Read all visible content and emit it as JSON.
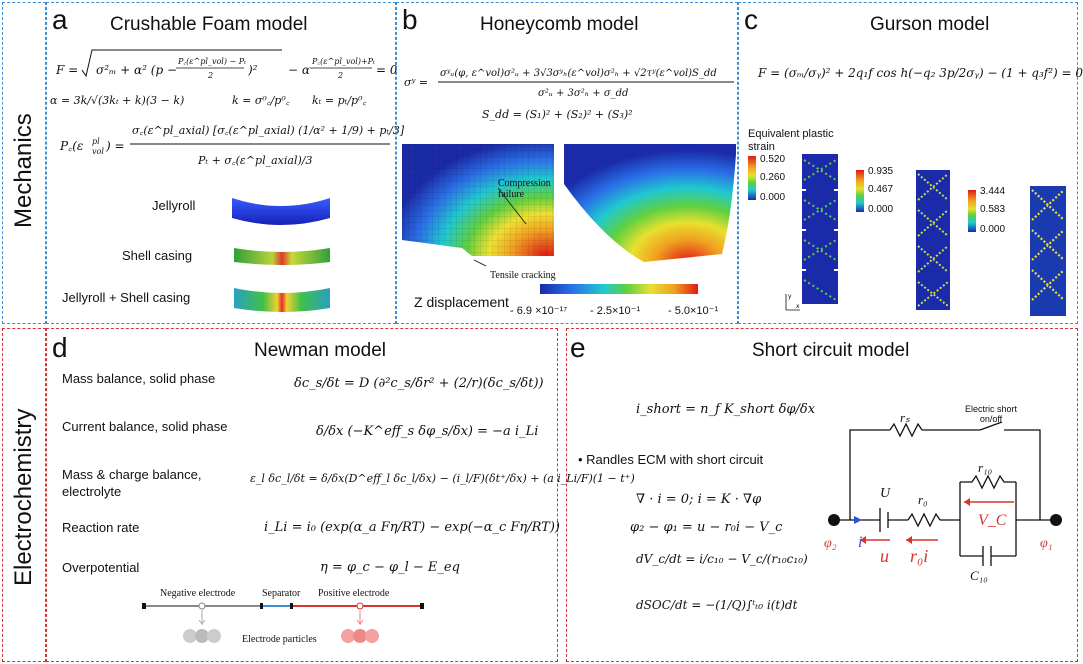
{
  "mechanics": {
    "row_label": "Mechanics",
    "a": {
      "letter": "a",
      "title": "Crushable Foam model",
      "eq1": "F = √(σ²ₘ + α²(p − (P꜀(ε^pl_vol) − Pₜ)/2)²) − α (P꜀(ε^pl_vol)+Pₜ)/2 = 0",
      "eq2": "α = 3k/√((3kₜ + k)(3 − k))        k = σ⁰꜀/p⁰꜀        kₜ = pₜ/p⁰꜀",
      "eq3": "P꜀(ε^pl_vol) = σ꜀(ε^pl_axial)[σ꜀(ε^pl_axial)(1/α² + 1/9) + pₜ/3] / (Pₜ + σ꜀(ε^pl_axial)/3)",
      "items": [
        "Jellyroll",
        "Shell casing",
        "Jellyroll + Shell casing"
      ]
    },
    "b": {
      "letter": "b",
      "title": "Honeycomb model",
      "eq1": "σʸ = [σʸᵤ(φ, ε^vol)σ²ᵤ + 3√3 σʸₕ(ε^vol)σ²ₕ + √2 τʸ(ε^vol)S_dd] / (σ²ᵤ + 3σ²ₕ + σ_dd)",
      "eq2": "S_dd = (S₁)² + (S₂)² + (S₃)²",
      "annot1": "Compression failure",
      "annot2": "Tensile cracking",
      "colorbar_title": "Z displacement",
      "colorbar_ticks": [
        "- 6.9 ×10⁻¹⁷",
        "- 2.5×10⁻¹",
        "- 5.0×10⁻¹"
      ]
    },
    "c": {
      "letter": "c",
      "title": "Gurson model",
      "eq": "F = (σₘ/σᵧ)² + 2q₁f cos h(−q₂ 3p/2σᵧ) − (1 + q₃f²) = 0",
      "legend_title": "Equivalent plastic strain",
      "bar1": [
        "0.520",
        "0.260",
        "0.000"
      ],
      "bar2": [
        "0.935",
        "0.467",
        "0.000"
      ],
      "bar3": [
        "3.444",
        "0.583",
        "0.000"
      ]
    }
  },
  "electrochemistry": {
    "row_label": "Electrochemistry",
    "d": {
      "letter": "d",
      "title": "Newman model",
      "rows": [
        {
          "label": "Mass balance, solid phase",
          "eq": "δc_s/δt = D (∂²c_s/δr² + (2/r)(δc_s/δt))"
        },
        {
          "label": "Current balance, solid phase",
          "eq": "δ/δx (−K^eff_s δφ_s/δx) = −a i_Li"
        },
        {
          "label": "Mass & charge balance, electrolyte",
          "eq": "ε_l δc_l/δt = δ/δx(D^eff_l δc_l/δx) − (i_l/F)(δt⁺/δx) + (a i_Li/F)(1 − t⁺)"
        },
        {
          "label": "Reaction rate",
          "eq": "i_Li = i₀ (exp(α_a Fη/RT) − exp(−α_c Fη/RT))"
        },
        {
          "label": "Overpotential",
          "eq": "η = φ_c − φ_l − E_eq"
        }
      ],
      "diagram": {
        "negative": "Negative electrode",
        "separator": "Separator",
        "positive": "Positive electrode",
        "particles": "Electrode particles"
      }
    },
    "e": {
      "letter": "e",
      "title": "Short circuit model",
      "eq_ishort": "i_short = n_f K_short δφ/δx",
      "bullet": "Randles ECM with short circuit",
      "eq1": "∇ · i = 0; i = K · ∇φ",
      "eq2": "φ₂ − φ₁ = u − r₀i − V_c",
      "eq3": "dV_c/dt = i/c₁₀ − V_c/(r₁₀c₁₀)",
      "eq4": "dSOC/dt = −(1/Q)∫ᵗₜ₀ i(t)dt",
      "circuit": {
        "rs": "rₛ",
        "switch_label": "Electric short on/off",
        "r10": "r₁₀",
        "U": "U",
        "r0": "r₀",
        "Vc": "V_C",
        "C10": "C₁₀",
        "phi2": "φ₂",
        "phi1": "φ₁",
        "i": "i",
        "u": "u",
        "r0i": "r₀i"
      }
    }
  },
  "colors": {
    "mech_border": "#3a8fd6",
    "electro_border": "#d9332f",
    "accent_red": "#d9332f",
    "accent_blue": "#2a4fd6"
  }
}
